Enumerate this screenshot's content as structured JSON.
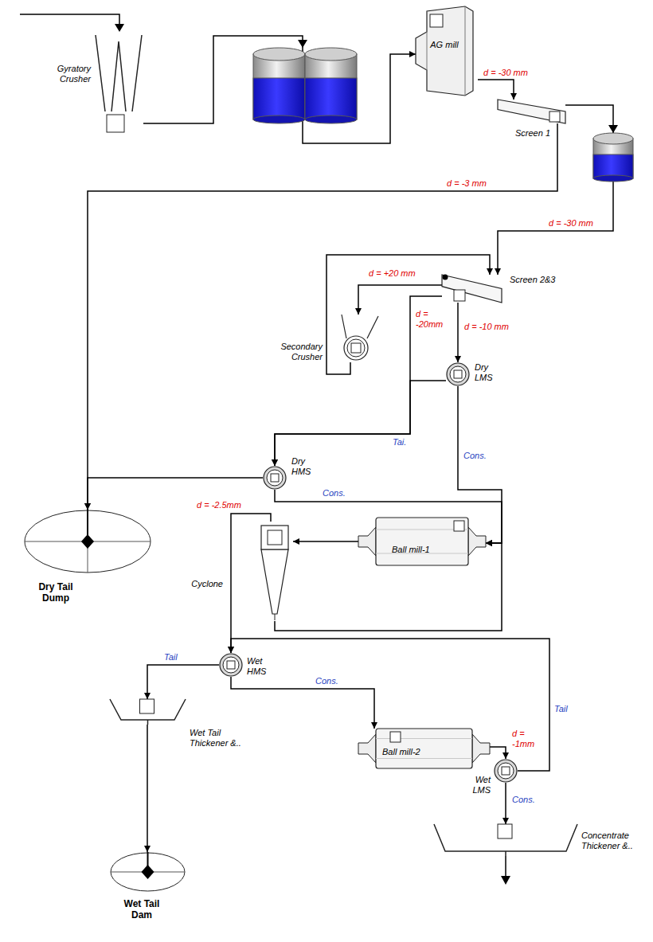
{
  "diagram": {
    "nodes": [
      {
        "text": [
          "Gyratory Crusher"
        ]
      },
      {
        "text": [
          "AG mill"
        ]
      },
      {
        "text": [
          "Screen 1"
        ]
      },
      {
        "text": [
          "Screen 2&3"
        ]
      },
      {
        "text": [
          "Secondary Crusher"
        ]
      },
      {
        "text": [
          "Dry LMS"
        ]
      },
      {
        "text": [
          "Dry HMS"
        ]
      },
      {
        "text": [
          "Dry Tail Dump"
        ]
      },
      {
        "text": [
          "Ball mill-1"
        ]
      },
      {
        "text": [
          "Cyclone"
        ]
      },
      {
        "text": [
          "Wet HMS"
        ]
      },
      {
        "text": [
          "Ball mill-2"
        ]
      },
      {
        "text": [
          "Wet LMS"
        ]
      },
      {
        "text": [
          "Wet Tail Thickener &.."
        ]
      },
      {
        "text": [
          "Wet Tail Dam"
        ]
      },
      {
        "text": [
          "Concentrate Thickener &.."
        ]
      }
    ],
    "edges": [
      {
        "from": 0,
        "to": 1,
        "arrow": "to"
      },
      {
        "from": 1,
        "to": 2,
        "label": "d = -30 mm",
        "arrow": "to"
      },
      {
        "from": 2,
        "to": 7,
        "label": "d = -3 mm",
        "arrow": "to"
      },
      {
        "from": 2,
        "to": 3,
        "label": "d = -30 mm",
        "arrow": "to"
      },
      {
        "from": 3,
        "to": 4,
        "label": "d = +20 mm",
        "arrow": "to"
      },
      {
        "from": 4,
        "to": 3,
        "arrow": "to"
      },
      {
        "from": 3,
        "to": 6,
        "label": "d = -20mm",
        "arrow": "to"
      },
      {
        "from": 3,
        "to": 5,
        "label": "d = -10 mm",
        "arrow": "to"
      },
      {
        "from": 5,
        "to": 6,
        "label": "Tai.",
        "arrow": "to"
      },
      {
        "from": 5,
        "to": 8,
        "label": "Cons.",
        "arrow": "to"
      },
      {
        "from": 6,
        "to": 7,
        "arrow": "to"
      },
      {
        "from": 6,
        "to": 8,
        "label": "Cons.",
        "arrow": "to"
      },
      {
        "from": 8,
        "to": 9,
        "arrow": "to"
      },
      {
        "from": 9,
        "to": 8,
        "arrow": "to"
      },
      {
        "from": 9,
        "to": 10,
        "label": "d = -2.5mm",
        "arrow": "to"
      },
      {
        "from": 10,
        "to": 13,
        "label": "Tail",
        "arrow": "to"
      },
      {
        "from": 10,
        "to": 11,
        "label": "Cons.",
        "arrow": "to"
      },
      {
        "from": 11,
        "to": 12,
        "label": "d = -1mm",
        "arrow": "to"
      },
      {
        "from": 12,
        "to": 10,
        "label": "Tail",
        "arrow": "to"
      },
      {
        "from": 12,
        "to": 15,
        "label": "Cons.",
        "arrow": "to"
      },
      {
        "from": 13,
        "to": 14,
        "arrow": "to"
      }
    ]
  }
}
